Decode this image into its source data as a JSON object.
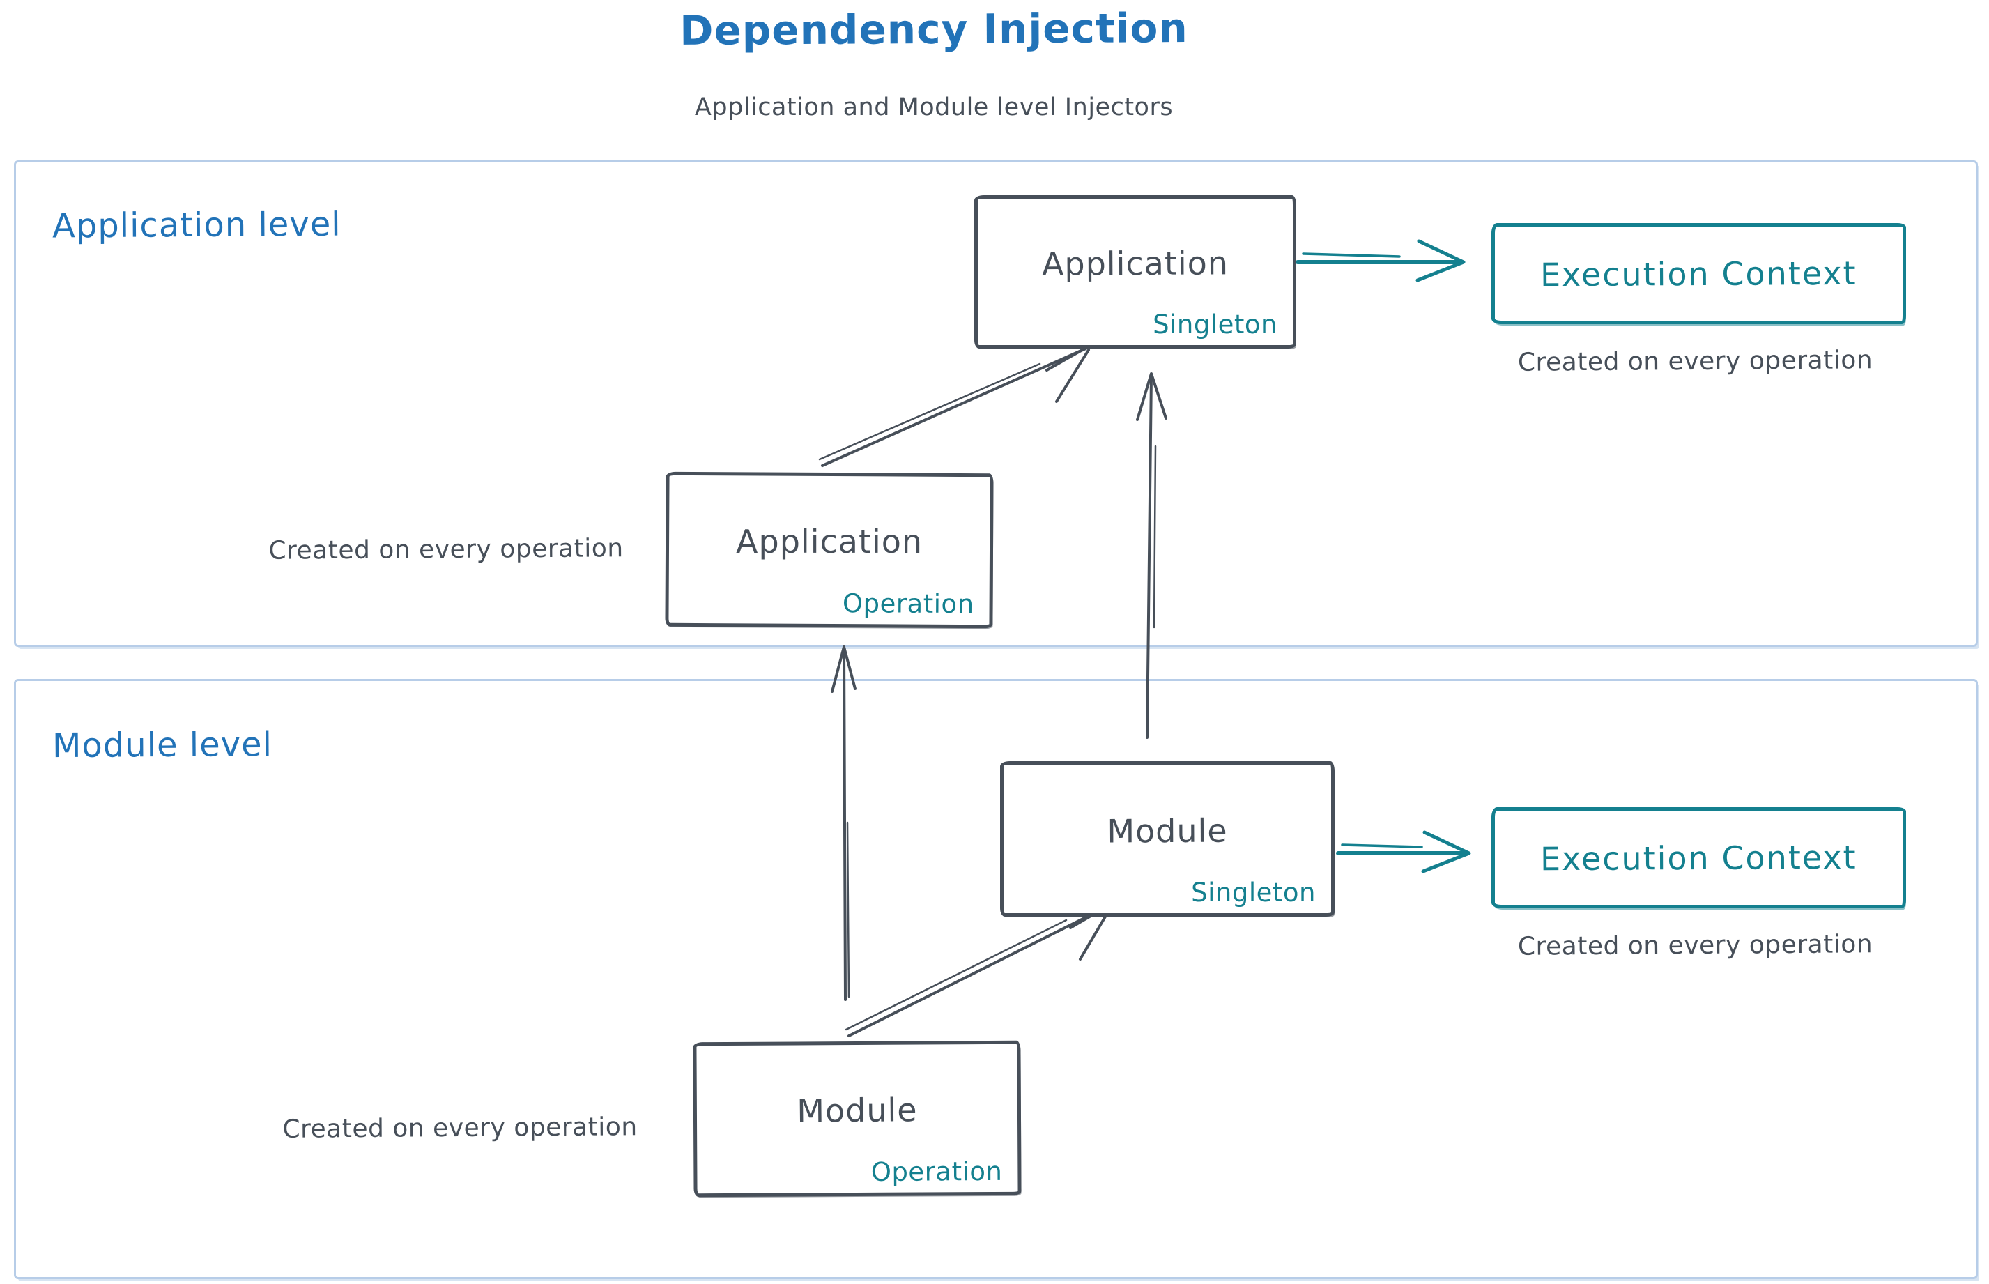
{
  "page": {
    "title": "Dependency Injection",
    "subtitle": "Application and Module level Injectors"
  },
  "colors": {
    "blue": "#2273b8",
    "dark": "#474f59",
    "teal": "#14808f",
    "container_border": "#b7cde8"
  },
  "application_level": {
    "label": "Application level",
    "singleton_box": {
      "name": "Application",
      "scope": "Singleton"
    },
    "operation_box": {
      "name": "Application",
      "scope": "Operation"
    },
    "operation_note": "Created on every operation",
    "execution_context": {
      "label": "Execution Context",
      "note": "Created on every operation"
    }
  },
  "module_level": {
    "label": "Module level",
    "singleton_box": {
      "name": "Module",
      "scope": "Singleton"
    },
    "operation_box": {
      "name": "Module",
      "scope": "Operation"
    },
    "operation_note": "Created on every operation",
    "execution_context": {
      "label": "Execution Context",
      "note": "Created on every operation"
    }
  }
}
